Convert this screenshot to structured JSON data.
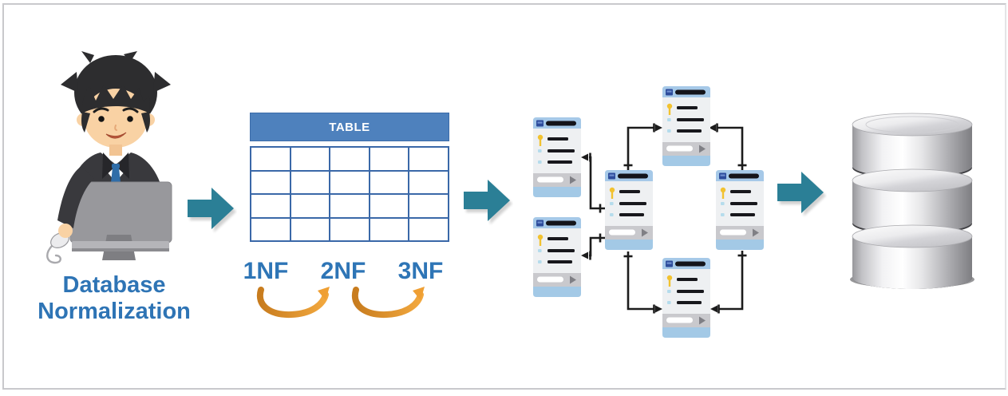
{
  "frame": {
    "background": "#ffffff",
    "border_color": "#c9c9cc"
  },
  "caption": {
    "line1": "Database",
    "line2": "Normalization",
    "text_color": "#2e74b5"
  },
  "table": {
    "header_label": "TABLE",
    "columns": 5,
    "rows": 4,
    "header_bg": "#4e81bd",
    "header_text_color": "#ffffff",
    "grid_line_color": "#3a68a8"
  },
  "normal_forms": {
    "labels": [
      "1NF",
      "2NF",
      "3NF"
    ],
    "text_color": "#2e75b6",
    "curve_arrow_color": "#e39b31"
  },
  "flow_arrows": {
    "count": 3,
    "direction": "right",
    "color": "#2b7f96"
  },
  "er_diagram": {
    "entity_count": 6,
    "connector_color": "#1c1c1c",
    "card_header_color": "#a6c9e8",
    "card_body_color": "#eef0f2",
    "card_footer_color": "#c9c9cd",
    "card_bottom_strip_color": "#a3c9e6",
    "key_icon_color": "#f2c230"
  },
  "database_icon": {
    "disc_count": 3,
    "finish": "silver"
  }
}
